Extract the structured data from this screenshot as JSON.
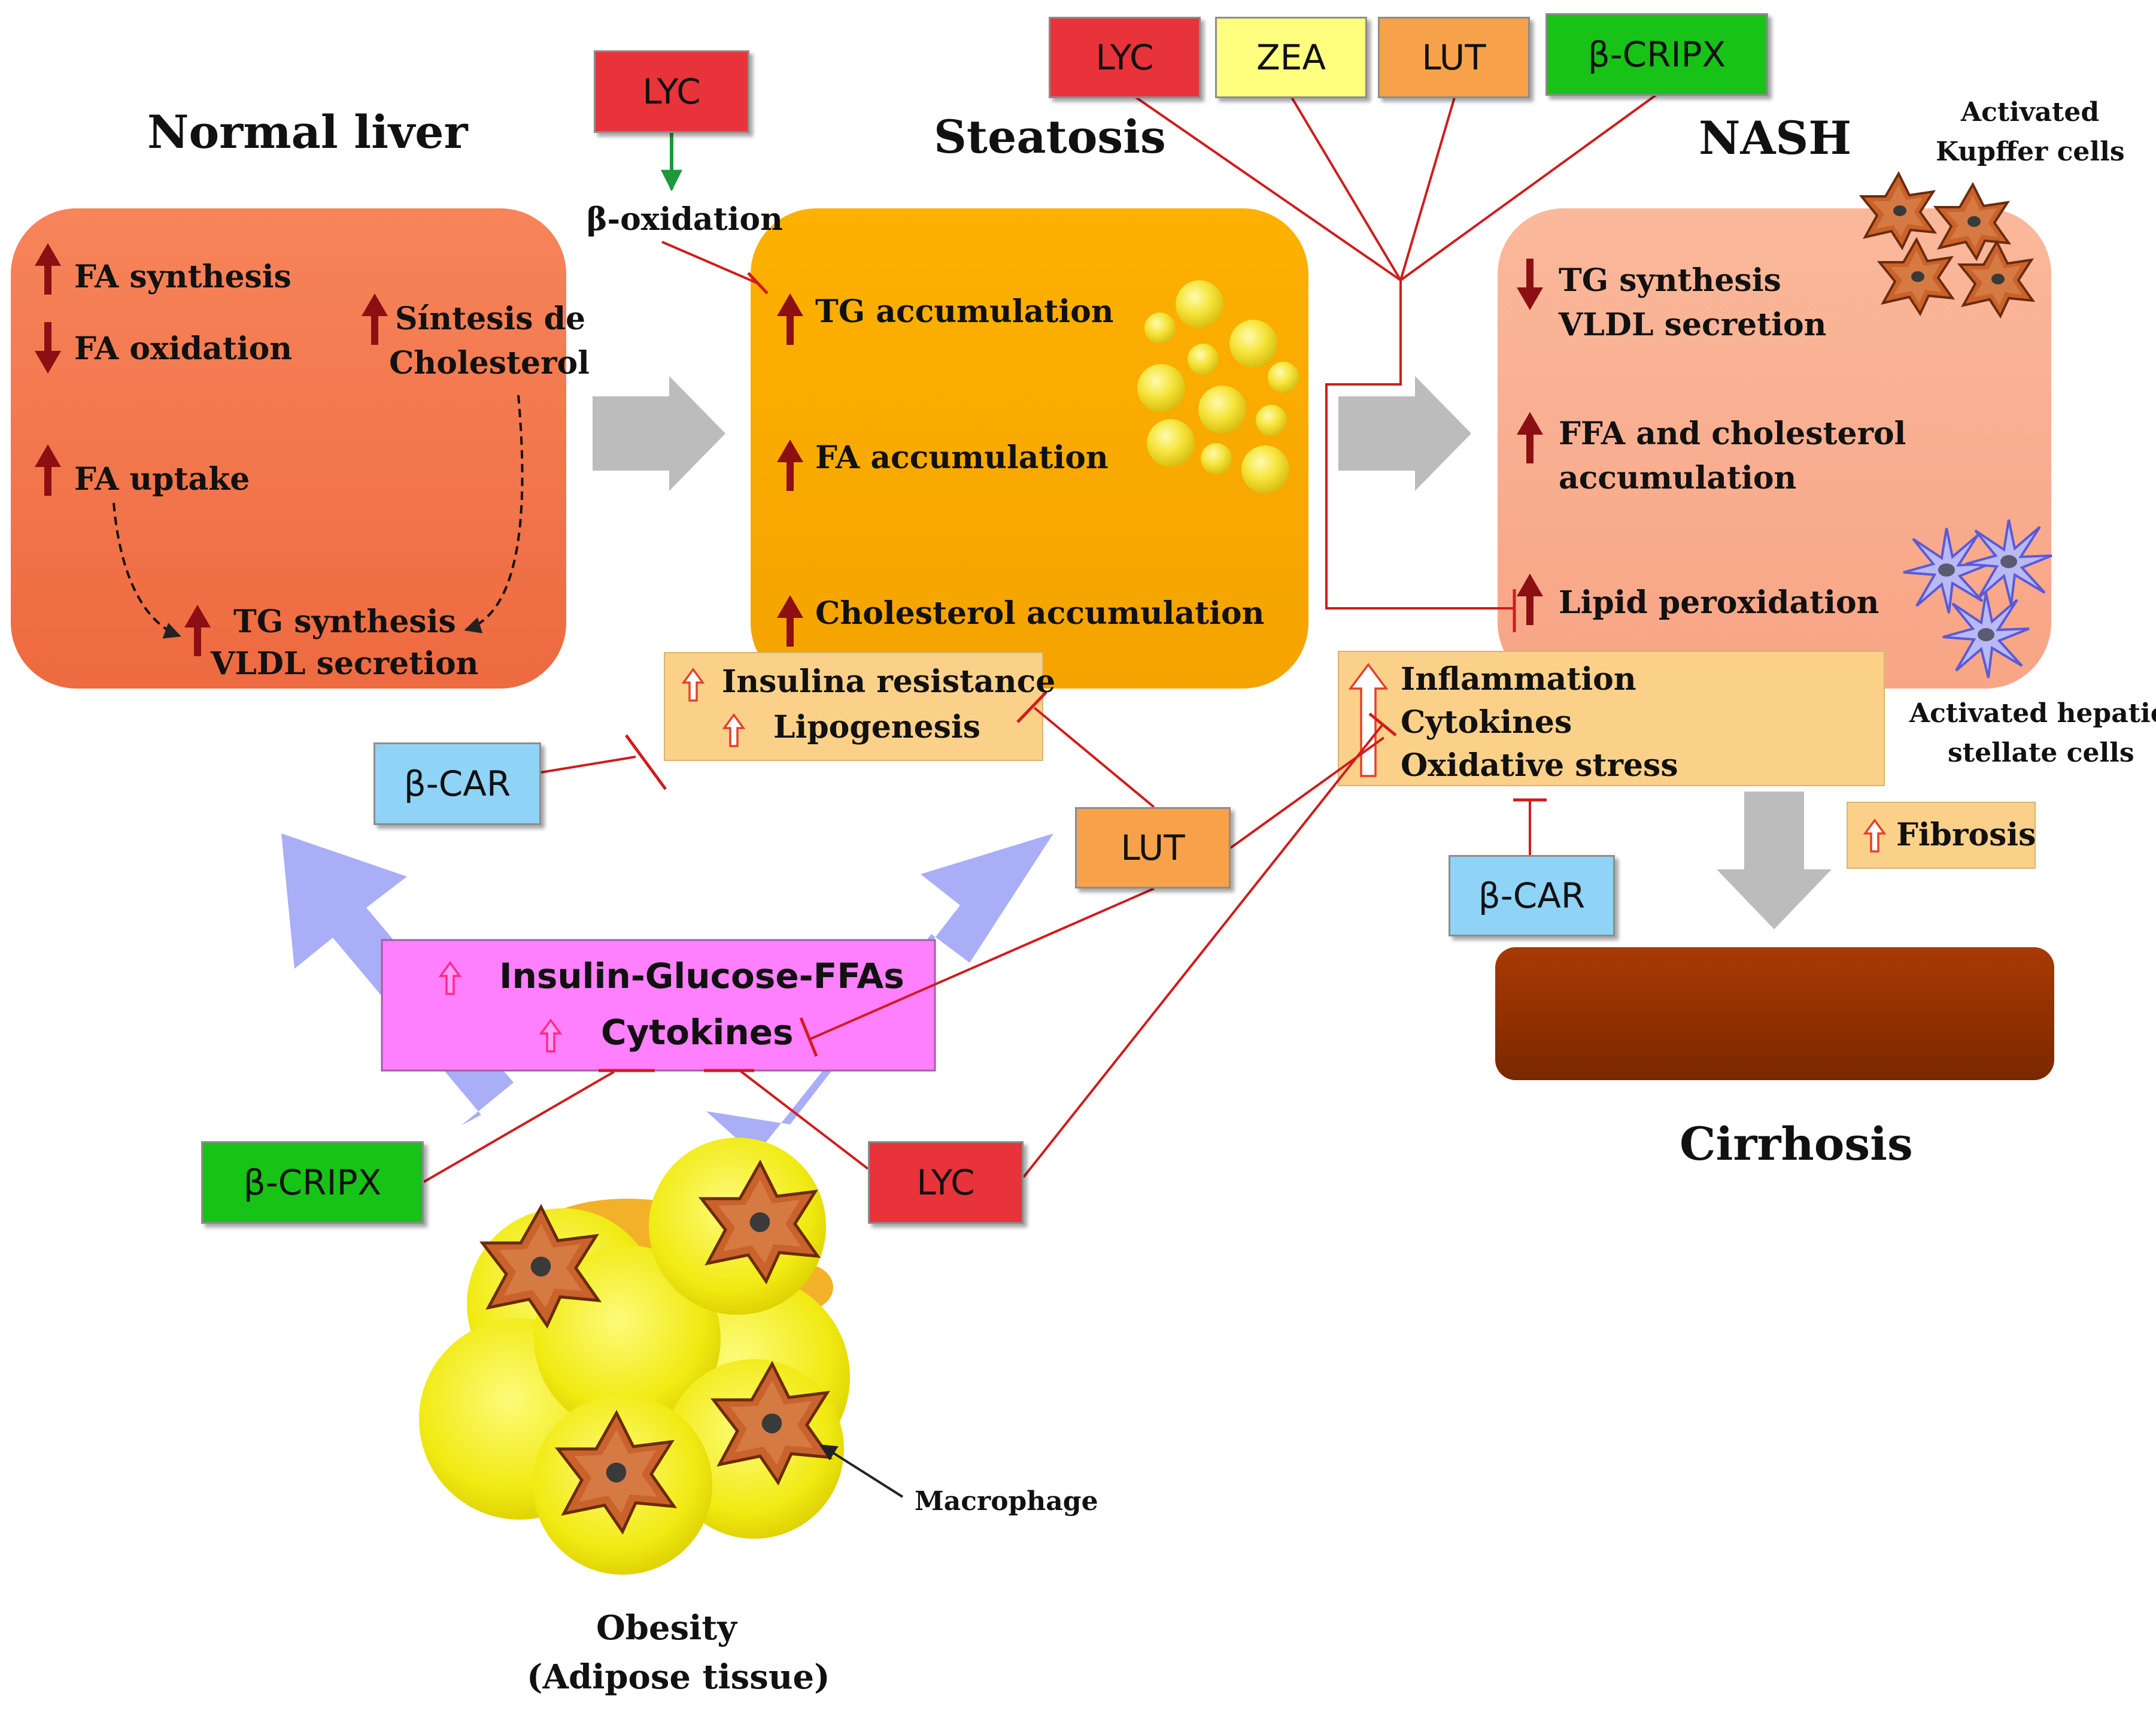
{
  "titles": {
    "normal_liver": "Normal liver",
    "steatosis": "Steatosis",
    "nash": "NASH",
    "cirrhosis": "Cirrhosis",
    "obesity_line1": "Obesity",
    "obesity_line2": "(Adipose tissue)"
  },
  "normal_liver": {
    "fa_synthesis": "FA synthesis",
    "fa_oxidation": "FA oxidation",
    "fa_uptake": "FA uptake",
    "cholesterol_line1": "Síntesis de",
    "cholesterol_line2": "Cholesterol",
    "tg_synthesis": "TG synthesis",
    "vldl_secretion": "VLDL secretion"
  },
  "steatosis": {
    "tg_accumulation": "TG accumulation",
    "fa_accumulation": "FA accumulation",
    "cholesterol_accumulation": "Cholesterol accumulation",
    "beta_oxidation": "β-oxidation"
  },
  "nash": {
    "tg_synthesis": "TG synthesis",
    "vldl_secretion": "VLDL secretion",
    "ffa_line1": "FFA and cholesterol",
    "ffa_line2": "accumulation",
    "lipid_peroxidation": "Lipid peroxidation",
    "kupffer_line1": "Activated",
    "kupffer_line2": "Kupffer cells",
    "stellate_line1": "Activated hepatic",
    "stellate_line2": "stellate cells"
  },
  "boxes": {
    "insulin_resistance": "Insulina resistance",
    "lipogenesis": "Lipogenesis",
    "inflammation": "Inflammation",
    "cytokines": "Cytokines",
    "oxidative_stress": "Oxidative stress",
    "fibrosis": "Fibrosis",
    "insulin_glucose": "Insulin-Glucose-FFAs",
    "adipose_cytokines": "Cytokines",
    "macrophage": "Macrophage"
  },
  "tags": {
    "lyc": "LYC",
    "zea": "ZEA",
    "lut": "LUT",
    "cripx": "β-CRIPX",
    "car": "β-CAR"
  },
  "colors": {
    "lyc": "#e8333a",
    "zea": "#ffff7f",
    "lut": "#f7a24a",
    "cripx": "#17c317",
    "car": "#8fd3f6",
    "normal_liver": "#f4744b",
    "steatosis": "#fdb100",
    "nash": "#f9ae91",
    "cirrhosis": "#933100",
    "inhibit_line": "#d01c1c",
    "up_arrow": "#8b0f13",
    "soft_box": "#fbd18a",
    "pink_box": "#ff7cff"
  }
}
